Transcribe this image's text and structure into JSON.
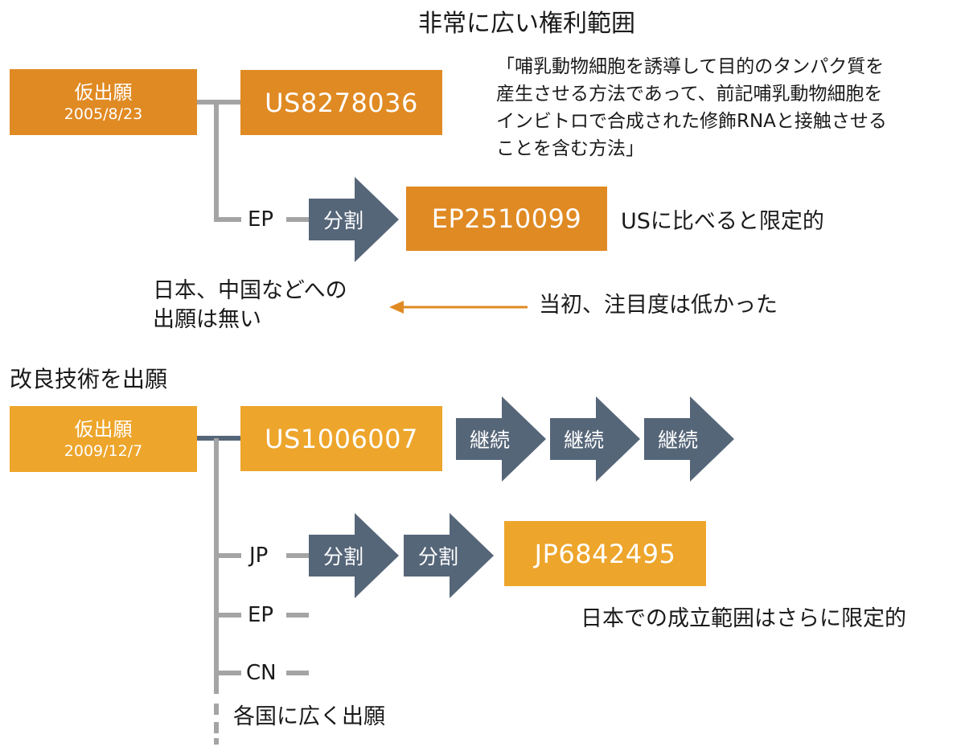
{
  "top": {
    "heading": "非常に広い権利範囲",
    "claim_lines": [
      "「哺乳動物細胞を誘導して目的のタンパク質を",
      "産生させる方法であって、前記哺乳動物細胞を",
      "インビトロで合成された修飾RNAと接触させる",
      "ことを含む方法」"
    ],
    "provisional": {
      "label": "仮出願",
      "date": "2005/8/23"
    },
    "us_patent": "US8278036",
    "branch_ep": "EP",
    "divide_label": "分割",
    "ep_patent": "EP2510099",
    "ep_note": "USに比べると限定的",
    "no_filing_lines": [
      "日本、中国などへの",
      "出願は無い"
    ],
    "attention_note": "当初、注目度は低かった"
  },
  "bottom": {
    "heading": "改良技術を出願",
    "provisional": {
      "label": "仮出願",
      "date": "2009/12/7"
    },
    "us_patent": "US1006007",
    "continuation_labels": [
      "継続",
      "継続",
      "継続"
    ],
    "branch_jp": "JP",
    "divide_labels": [
      "分割",
      "分割"
    ],
    "jp_patent": "JP6842495",
    "jp_note": "日本での成立範囲はさらに限定的",
    "branch_ep": "EP",
    "branch_cn": "CN",
    "wide_filing": "各国に広く出願"
  },
  "colors": {
    "orange": "#e08a23",
    "amber": "#eda52b",
    "slate": "#566679",
    "line_gray": "#a4a4a4"
  }
}
